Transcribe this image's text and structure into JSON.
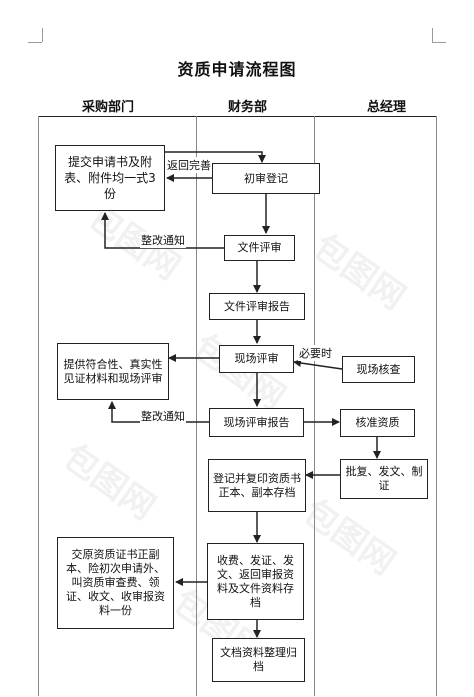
{
  "title": "资质申请流程图",
  "columns": [
    "采购部门",
    "财务部",
    "总经理"
  ],
  "boxes": {
    "submit_application": "提交申请书及附表、附件均一式3份",
    "initial_registration": "初审登记",
    "document_review": "文件评审",
    "document_review_report": "文件评审报告",
    "provide_documents": "提供符合性、真实性见证材料和现场评审",
    "onsite_review": "现场评审",
    "onsite_verification": "现场核查",
    "onsite_review_report": "现场评审报告",
    "approve_qualification": "核准资质",
    "approval_dispatch": "批复、发文、制证",
    "register_copy_certificate": "登记并复印资质书正本、副本存档",
    "receive_certificate_fees": "交原资质证书正副本、险初次申请外、叫资质审查费、领证、收文、收审报资料一份",
    "collect_fees_return": "收费、发证、发文、返回审报资料及文件资料存档",
    "archive_files": "文档资料整理归档"
  },
  "labels": {
    "return_complete": "返回完善",
    "rectify_notice_1": "整改通知",
    "necessary": "必要时",
    "rectify_notice_2": "整改通知"
  },
  "watermark": "包图网"
}
